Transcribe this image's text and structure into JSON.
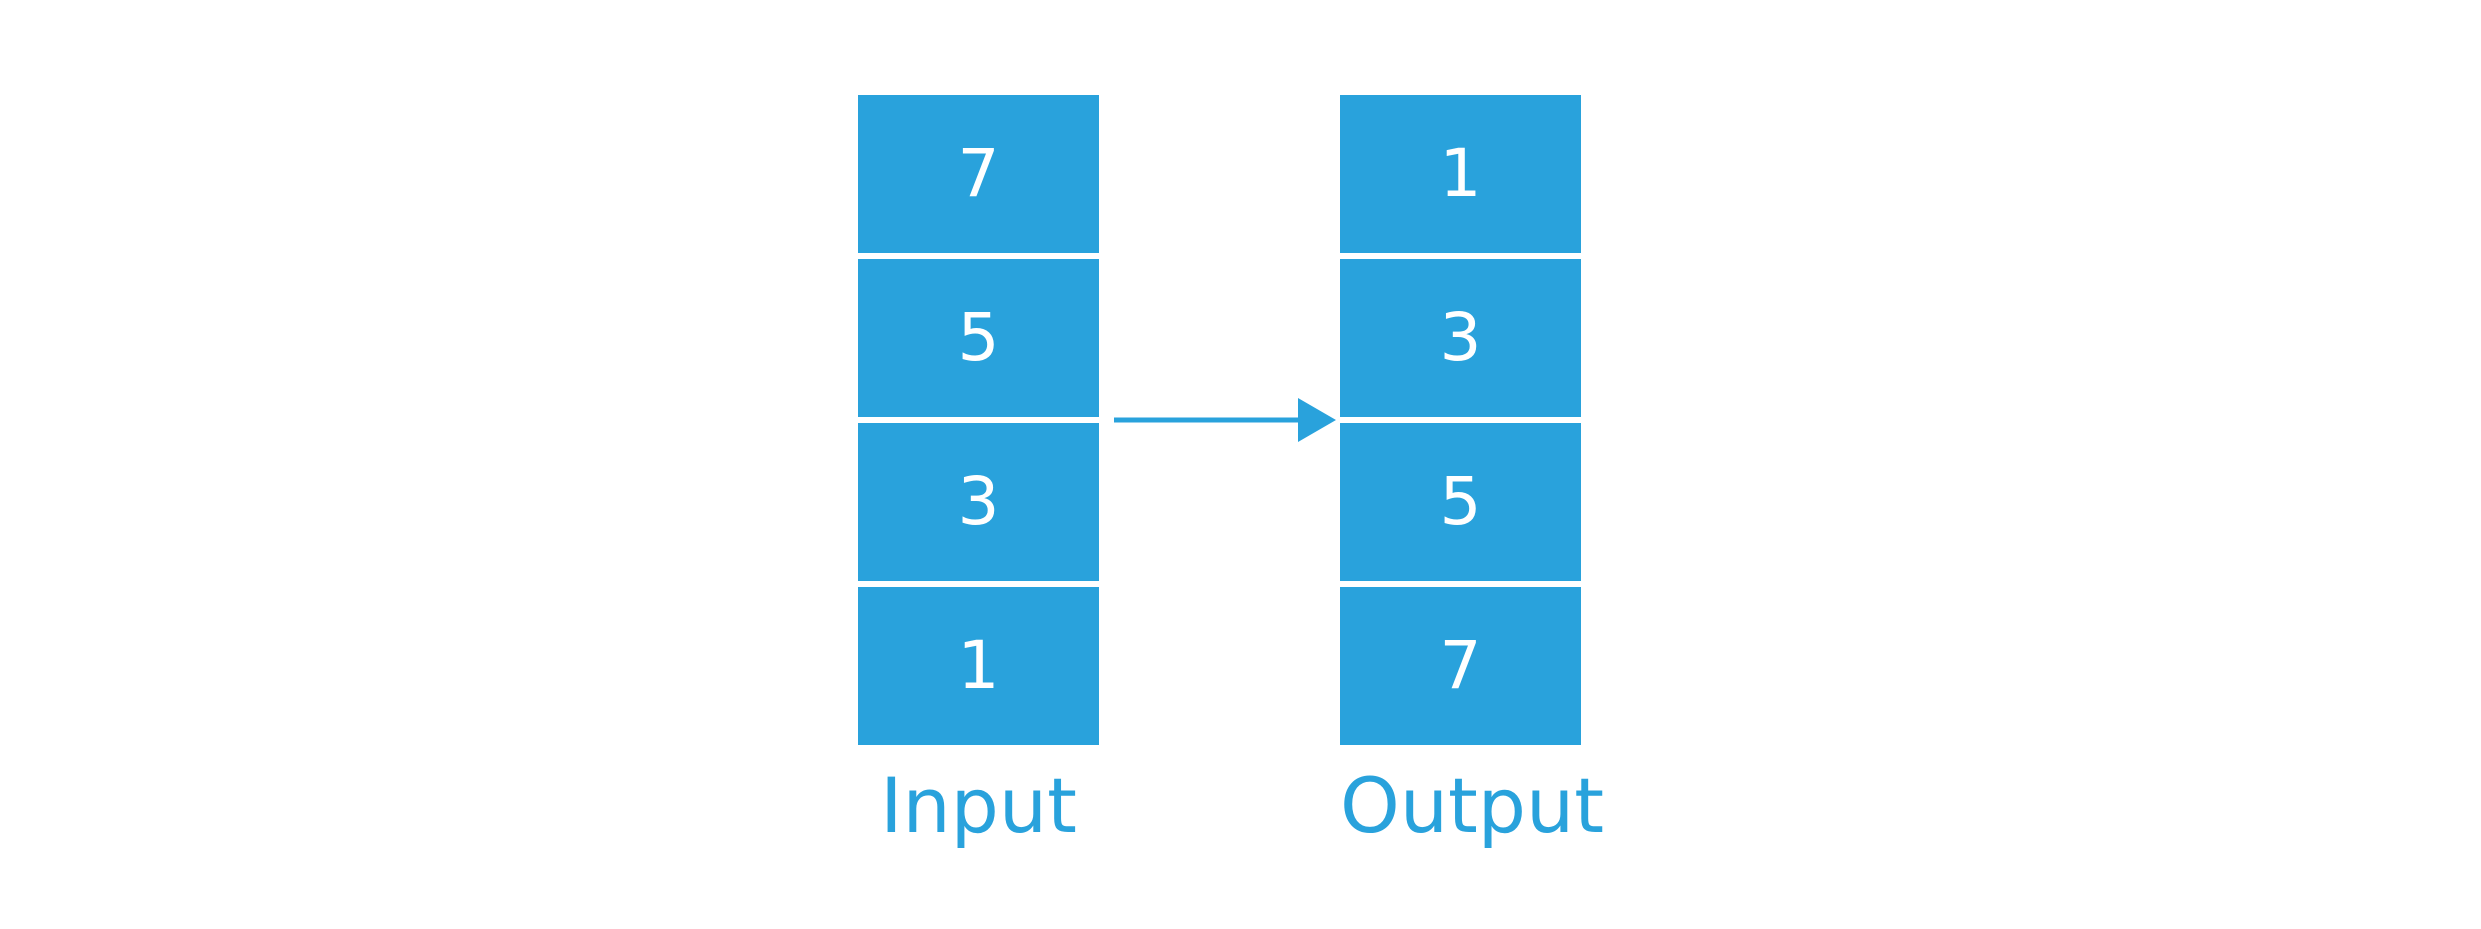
{
  "diagram": {
    "input": {
      "label": "Input",
      "values": [
        "7",
        "5",
        "3",
        "1"
      ]
    },
    "output": {
      "label": "Output",
      "values": [
        "1",
        "3",
        "5",
        "7"
      ]
    },
    "colors": {
      "accent": "#29a2dc",
      "cell_text": "#ffffff",
      "background": "#ffffff"
    }
  }
}
